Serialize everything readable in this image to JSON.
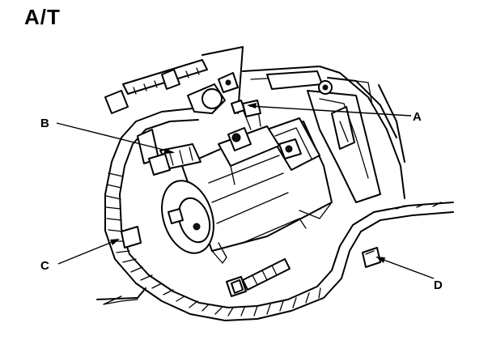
{
  "title": "A/T",
  "callouts": {
    "a": "A",
    "b": "B",
    "c": "C",
    "d": "D"
  }
}
